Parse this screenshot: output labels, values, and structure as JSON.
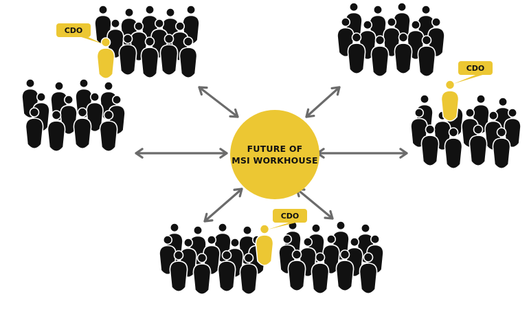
{
  "hub": {
    "line1": "FUTURE OF",
    "line2": "MSI WORKHOUSE"
  },
  "callouts": [
    {
      "label": "CDO"
    },
    {
      "label": "CDO"
    },
    {
      "label": "CDO"
    }
  ],
  "colors": {
    "accent": "#ECC733",
    "people": "#111111",
    "arrows": "#6B6B6B"
  },
  "icons": {
    "people": "person-silhouette-icon",
    "connectors": "double-arrow-icon"
  }
}
